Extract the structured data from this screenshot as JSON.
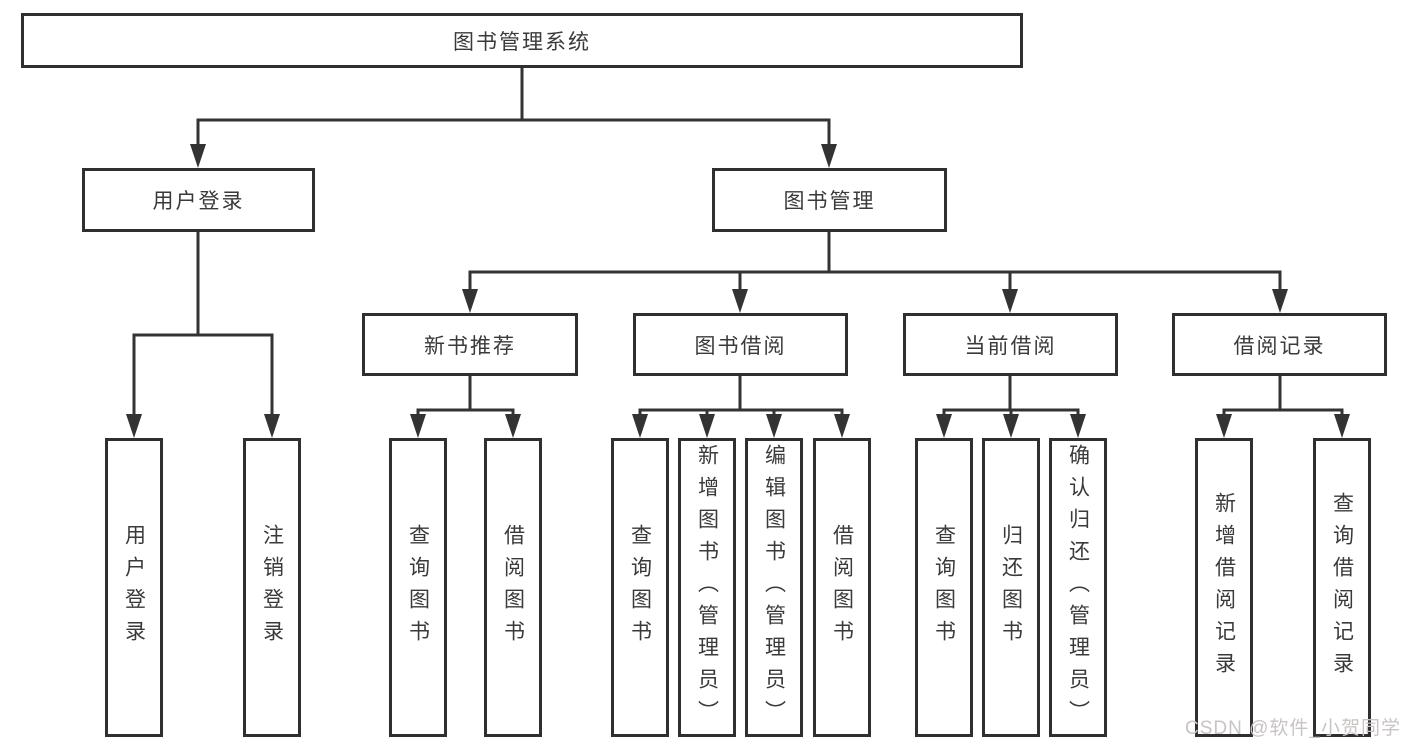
{
  "diagram": {
    "title": "图书管理系统",
    "watermark": "CSDN @软件_小贺同学",
    "colors": {
      "line": "#333333",
      "box_border": "#2f2f2f",
      "box_fill": "#ffffff",
      "text": "#3a3a3a",
      "watermark": "#c9c3c3",
      "background": "#ffffff"
    },
    "nodes": {
      "root": {
        "label": "图书管理系统",
        "children": [
          "user_login",
          "book_mgmt"
        ]
      },
      "user_login": {
        "label": "用户登录",
        "children": [
          "leaf_user_login",
          "leaf_logout"
        ]
      },
      "book_mgmt": {
        "label": "图书管理",
        "children": [
          "new_book_rec",
          "book_borrow",
          "current_borrow",
          "borrow_record"
        ]
      },
      "new_book_rec": {
        "label": "新书推荐",
        "children": [
          "leaf_query_book_1",
          "leaf_borrow_book_1"
        ]
      },
      "book_borrow": {
        "label": "图书借阅",
        "children": [
          "leaf_query_book_2",
          "leaf_add_book",
          "leaf_edit_book",
          "leaf_borrow_book_2"
        ]
      },
      "current_borrow": {
        "label": "当前借阅",
        "children": [
          "leaf_query_book_3",
          "leaf_return_book",
          "leaf_confirm_return"
        ]
      },
      "borrow_record": {
        "label": "借阅记录",
        "children": [
          "leaf_add_record",
          "leaf_query_record"
        ]
      },
      "leaf_user_login": {
        "label": "用户登录"
      },
      "leaf_logout": {
        "label": "注销登录"
      },
      "leaf_query_book_1": {
        "label": "查询图书"
      },
      "leaf_borrow_book_1": {
        "label": "借阅图书"
      },
      "leaf_query_book_2": {
        "label": "查询图书"
      },
      "leaf_add_book": {
        "label": "新增图书（管理员）"
      },
      "leaf_edit_book": {
        "label": "编辑图书（管理员）"
      },
      "leaf_borrow_book_2": {
        "label": "借阅图书"
      },
      "leaf_query_book_3": {
        "label": "查询图书"
      },
      "leaf_return_book": {
        "label": "归还图书"
      },
      "leaf_confirm_return": {
        "label": "确认归还（管理员）"
      },
      "leaf_add_record": {
        "label": "新增借阅记录"
      },
      "leaf_query_record": {
        "label": "查询借阅记录"
      }
    }
  }
}
